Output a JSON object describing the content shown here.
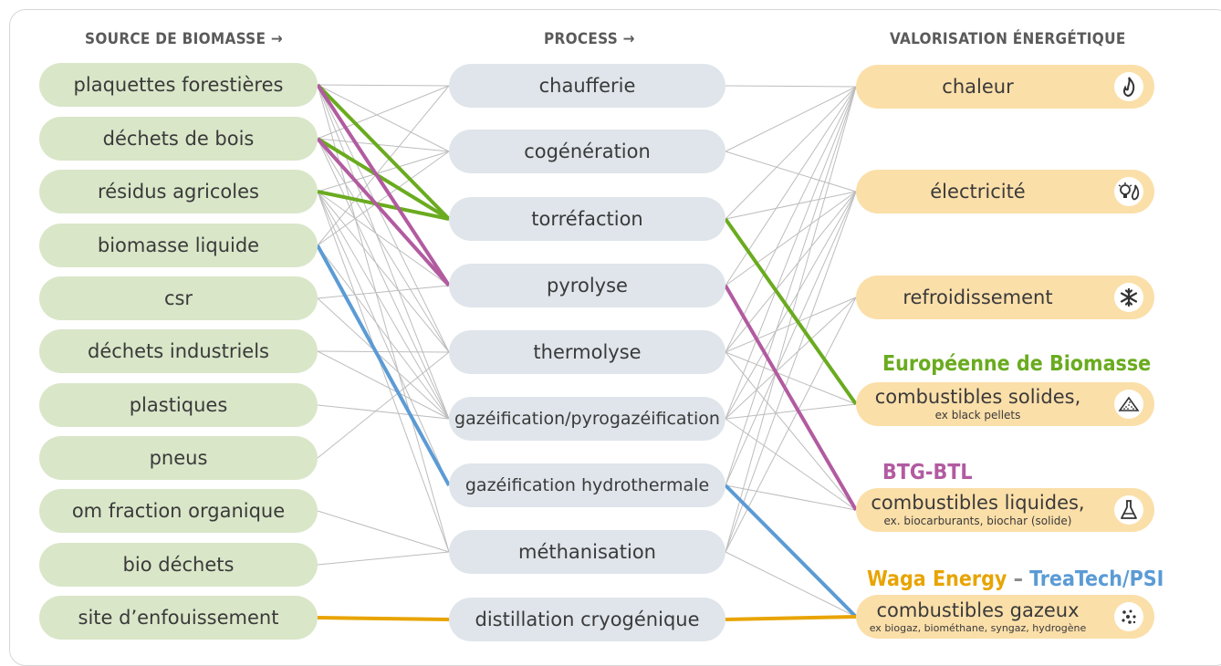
{
  "headers": {
    "sources": "SOURCE DE BIOMASSE →",
    "process": "PROCESS →",
    "outputs": "VALORISATION ÉNERGÉTIQUE"
  },
  "sources": [
    "plaquettes forestières",
    "déchets de bois",
    "résidus agricoles",
    "biomasse liquide",
    "csr",
    "déchets industriels",
    "plastiques",
    "pneus",
    "om fraction organique",
    "bio déchets",
    "site d’enfouissement"
  ],
  "processes": [
    "chaufferie",
    "cogénération",
    "torréfaction",
    "pyrolyse",
    "thermolyse",
    "gazéification/pyrogazéification",
    "gazéification hydrothermale",
    "méthanisation",
    "distillation cryogénique"
  ],
  "outputs": [
    {
      "label": "chaleur",
      "sub": "",
      "icon": "flame-icon"
    },
    {
      "label": "électricité",
      "sub": "",
      "icon": "lightbulb-flame-icon"
    },
    {
      "label": "refroidissement",
      "sub": "",
      "icon": "snowflake-icon"
    },
    {
      "label": "combustibles solides,",
      "sub": "ex black pellets",
      "icon": "pellet-pile-icon"
    },
    {
      "label": "combustibles liquides,",
      "sub": "ex. biocarburants, biochar (solide)",
      "icon": "flask-icon"
    },
    {
      "label": "combustibles gazeux",
      "sub": "ex biogaz, biométhane, syngaz, hydrogène",
      "icon": "gas-molecules-icon"
    }
  ],
  "companies": {
    "europeenne": "Européenne de Biomasse",
    "btg": "BTG-BTL",
    "waga": "Waga Energy",
    "dash": "–",
    "treatech": "TreaTech/PSI"
  },
  "colors": {
    "source_fill": "#d9e6c8",
    "process_fill": "#dfe5ea",
    "output_fill": "#fbdfa9",
    "link_gray": "#bdbdbd",
    "europeenne_green": "#6aab1f",
    "btg_purple": "#b25ba0",
    "waga_yellow": "#e8a400",
    "treatech_blue": "#5b9bd5"
  },
  "gray_links_src_proc": [
    [
      0,
      0
    ],
    [
      0,
      1
    ],
    [
      0,
      2
    ],
    [
      0,
      3
    ],
    [
      0,
      4
    ],
    [
      0,
      5
    ],
    [
      1,
      0
    ],
    [
      1,
      1
    ],
    [
      1,
      2
    ],
    [
      1,
      3
    ],
    [
      1,
      4
    ],
    [
      1,
      5
    ],
    [
      2,
      1
    ],
    [
      2,
      2
    ],
    [
      2,
      3
    ],
    [
      2,
      4
    ],
    [
      2,
      5
    ],
    [
      2,
      6
    ],
    [
      3,
      0
    ],
    [
      3,
      1
    ],
    [
      3,
      5
    ],
    [
      4,
      5
    ],
    [
      5,
      5
    ],
    [
      6,
      5
    ],
    [
      7,
      4
    ],
    [
      4,
      3
    ],
    [
      5,
      4
    ],
    [
      8,
      7
    ],
    [
      9,
      7
    ],
    [
      0,
      7
    ],
    [
      2,
      7
    ]
  ],
  "gray_links_proc_out": [
    [
      0,
      0
    ],
    [
      1,
      0
    ],
    [
      1,
      1
    ],
    [
      2,
      0
    ],
    [
      2,
      1
    ],
    [
      3,
      0
    ],
    [
      3,
      1
    ],
    [
      4,
      0
    ],
    [
      4,
      1
    ],
    [
      4,
      2
    ],
    [
      4,
      3
    ],
    [
      4,
      4
    ],
    [
      5,
      0
    ],
    [
      5,
      1
    ],
    [
      5,
      2
    ],
    [
      5,
      3
    ],
    [
      5,
      4
    ],
    [
      6,
      0
    ],
    [
      6,
      1
    ],
    [
      6,
      4
    ],
    [
      6,
      5
    ],
    [
      7,
      0
    ],
    [
      7,
      1
    ],
    [
      7,
      2
    ],
    [
      7,
      5
    ]
  ],
  "highlight_links": [
    {
      "color": "europeenne_green",
      "from": [
        "src",
        0
      ],
      "to": [
        "proc",
        2
      ]
    },
    {
      "color": "europeenne_green",
      "from": [
        "src",
        1
      ],
      "to": [
        "proc",
        2
      ]
    },
    {
      "color": "europeenne_green",
      "from": [
        "src",
        2
      ],
      "to": [
        "proc",
        2
      ]
    },
    {
      "color": "europeenne_green",
      "from": [
        "proc",
        2
      ],
      "to": [
        "out",
        3
      ]
    },
    {
      "color": "btg_purple",
      "from": [
        "src",
        0
      ],
      "to": [
        "proc",
        3
      ]
    },
    {
      "color": "btg_purple",
      "from": [
        "src",
        1
      ],
      "to": [
        "proc",
        3
      ]
    },
    {
      "color": "btg_purple",
      "from": [
        "proc",
        3
      ],
      "to": [
        "out",
        4
      ]
    },
    {
      "color": "treatech_blue",
      "from": [
        "src",
        3
      ],
      "to": [
        "proc",
        6
      ]
    },
    {
      "color": "treatech_blue",
      "from": [
        "proc",
        6
      ],
      "to": [
        "out",
        5
      ]
    },
    {
      "color": "waga_yellow",
      "from": [
        "src",
        10
      ],
      "to": [
        "proc",
        8
      ]
    },
    {
      "color": "waga_yellow",
      "from": [
        "proc",
        8
      ],
      "to": [
        "out",
        5
      ]
    }
  ]
}
